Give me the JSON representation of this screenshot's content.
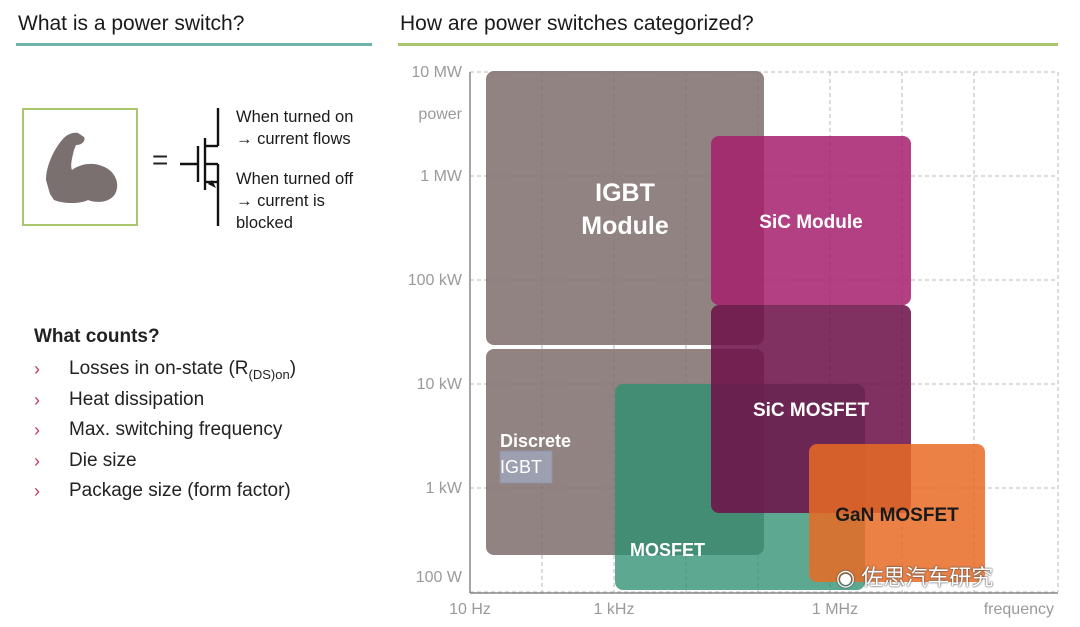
{
  "left": {
    "title": "What is a power switch?",
    "equals": "=",
    "turned_on": [
      "When turned on",
      "→ current flows"
    ],
    "turned_off": [
      "When turned off",
      "→ current is",
      "blocked"
    ],
    "counts_title": "What counts?",
    "bullet_mark": "›",
    "counts": [
      {
        "text": "Losses in on-state (R",
        "sub": "(DS)on",
        "tail": ")"
      },
      {
        "text": "Heat dissipation",
        "sub": "",
        "tail": ""
      },
      {
        "text": "Max. switching frequency",
        "sub": "",
        "tail": ""
      },
      {
        "text": "Die size",
        "sub": "",
        "tail": ""
      },
      {
        "text": "Package size (form factor)",
        "sub": "",
        "tail": ""
      }
    ],
    "colors": {
      "rule": "#6fb3a9",
      "box_border": "#a9c66b",
      "bullet": "#c23b5a",
      "icon": "#7a7070"
    }
  },
  "right": {
    "title": "How are power switches categorized?",
    "y_axis_title": "power",
    "x_axis_title": "frequency",
    "y_ticks": [
      "10 MW",
      "1 MW",
      "100 kW",
      "10 kW",
      "1 kW",
      "100 W"
    ],
    "x_ticks": [
      "10 Hz",
      "1 kHz",
      "1 MHz"
    ],
    "regions": [
      {
        "label": [
          "IGBT",
          "Module"
        ],
        "color": "#7d6d6c"
      },
      {
        "label": [
          "Discrete",
          "IGBT"
        ],
        "color": "#7d6d6c"
      },
      {
        "label": [
          "MOSFET"
        ],
        "color": "#2e8f72"
      },
      {
        "label": [
          "SiC Module"
        ],
        "color": "#a61e6c"
      },
      {
        "label": [
          "SiC MOSFET"
        ],
        "color": "#6e124a"
      },
      {
        "label": [
          "GaN MOSFET"
        ],
        "color": "#e86b25"
      }
    ],
    "colors": {
      "rule": "#a9c66b",
      "grid": "#b8b8b8",
      "tick_text": "#9a9a9a"
    }
  },
  "watermark": "佐思汽车研究"
}
